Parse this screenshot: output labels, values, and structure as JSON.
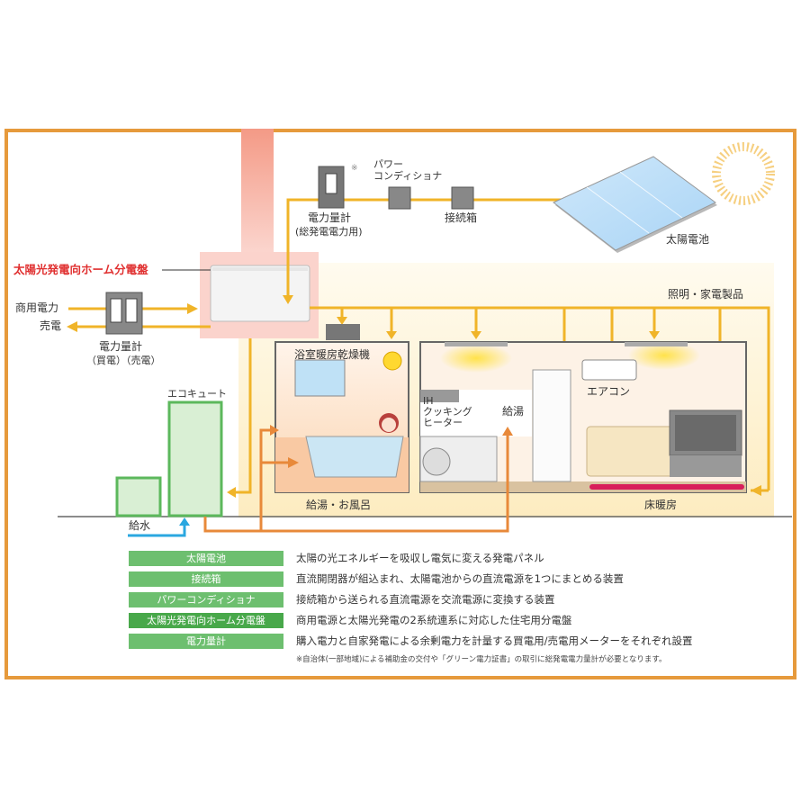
{
  "title_label": "太陽光発電向ホーム分電盤",
  "components": {
    "meter_total": {
      "label": "電力量計",
      "sub": "(総発電電力用)",
      "note_mark": "※"
    },
    "power_conditioner": {
      "label_line1": "パワー",
      "label_line2": "コンディショナ"
    },
    "junction_box": {
      "label": "接続箱"
    },
    "solar_panel": {
      "label": "太陽電池"
    },
    "appliances": {
      "label": "照明・家電製品"
    },
    "grid_power": {
      "label": "商用電力"
    },
    "sell_power": {
      "label": "売電"
    },
    "meter_buy_sell": {
      "label": "電力量計",
      "sub": "（買電）（売電）"
    },
    "bath_dryer": {
      "label": "浴室暖房乾燥機"
    },
    "ih_heater": {
      "label_line1": "IH",
      "label_line2": "クッキング",
      "label_line3": "ヒーター"
    },
    "hot_water_kitchen": {
      "label": "給湯"
    },
    "air_conditioner": {
      "label": "エアコン"
    },
    "ecocute": {
      "label": "エコキュート"
    },
    "water_supply": {
      "label": "給水"
    },
    "bath_area": {
      "label": "給湯・お風呂"
    },
    "floor_heating": {
      "label": "床暖房"
    }
  },
  "colors": {
    "frame": "#e69a3c",
    "power_line": "#f0b429",
    "hot_water_line": "#e8893a",
    "water_line": "#2aa7e0",
    "ecocute_green": "#5cb85c",
    "floor_heat": "#d81e5b",
    "title_red": "#e03030",
    "legend_green": "#6dbf6f"
  },
  "legend": [
    {
      "term": "太陽電池",
      "desc": "太陽の光エネルギーを吸収し電気に変える発電パネル"
    },
    {
      "term": "接続箱",
      "desc": "直流開閉器が組込まれ、太陽電池からの直流電源を1つにまとめる装置"
    },
    {
      "term": "パワーコンディショナ",
      "desc": "接続箱から送られる直流電源を交流電源に変換する装置"
    },
    {
      "term": "太陽光発電向ホーム分電盤",
      "desc": "商用電源と太陽光発電の2系統連系に対応した住宅用分電盤"
    },
    {
      "term": "電力量計",
      "desc": "購入電力と自家発電による余剰電力を計量する買電用/売電用メーターをそれぞれ設置"
    }
  ],
  "footnote": "※自治体(一部地域)による補助金の交付や「グリーン電力証書」の取引に総発電電力量計が必要となります。"
}
